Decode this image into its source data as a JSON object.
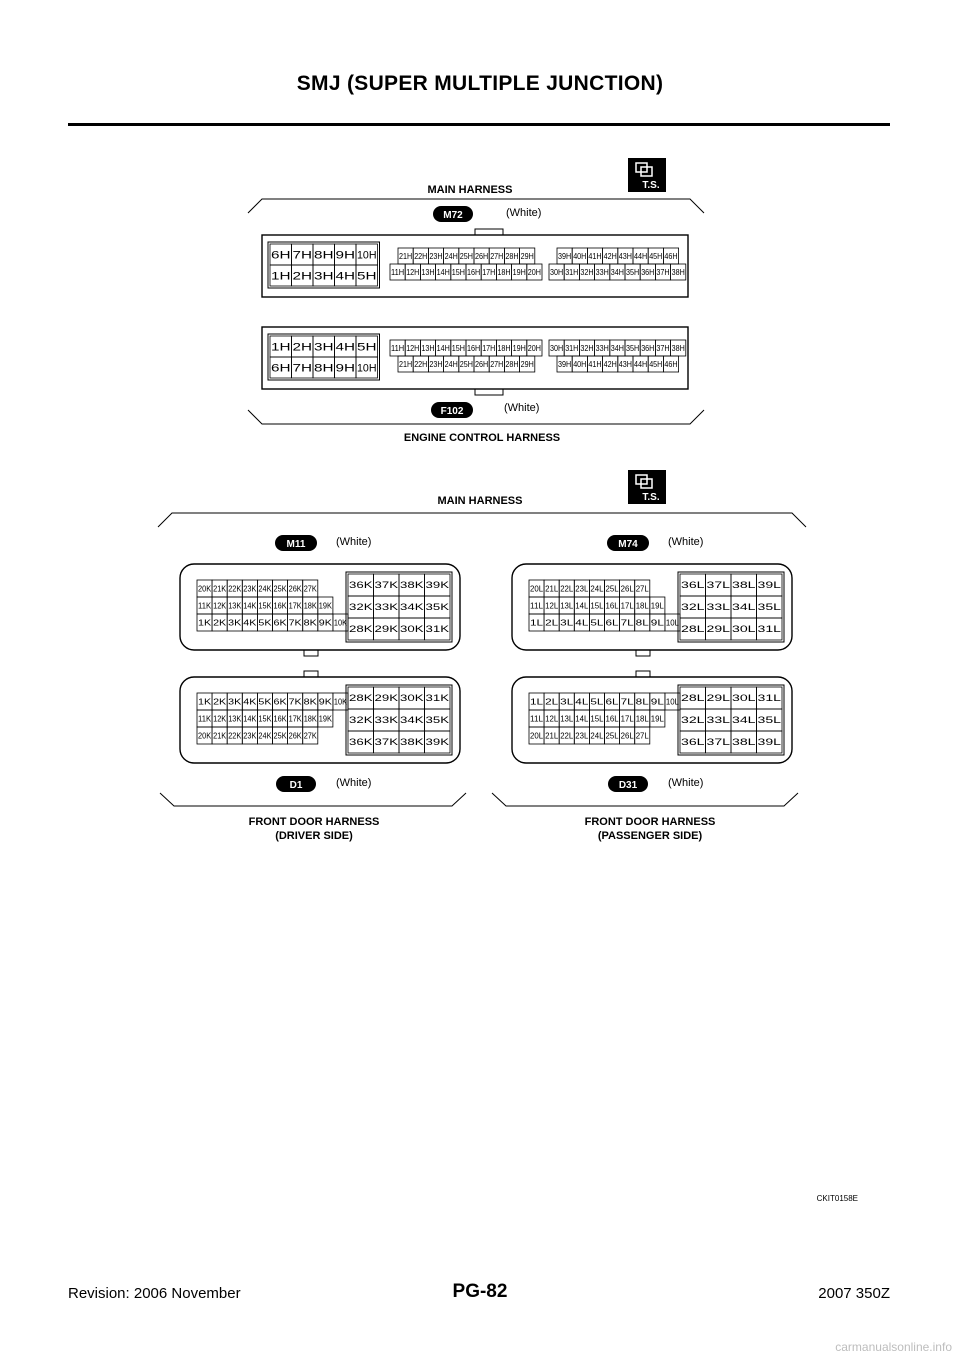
{
  "header": {
    "title": "SMJ (SUPER MULTIPLE JUNCTION)"
  },
  "footer": {
    "revision": "Revision: 2006 November",
    "page": "PG-82",
    "model": "2007 350Z"
  },
  "figure_code": "CKIT0158E",
  "watermark": "carmanualsonline.info",
  "icons": {
    "ts": "T.S."
  },
  "groups": {
    "top": {
      "upper_label": "MAIN HARNESS",
      "lower_label": "ENGINE CONTROL HARNESS"
    },
    "bottom": {
      "upper_label": "MAIN HARNESS",
      "left_lower_label": [
        "FRONT DOOR HARNESS",
        "(DRIVER SIDE)"
      ],
      "right_lower_label": [
        "FRONT DOOR HARNESS",
        "(PASSENGER SIDE)"
      ]
    }
  },
  "connectors": {
    "m72": {
      "id": "M72",
      "color": "(White)",
      "big_rows": [
        [
          "6H",
          "7H",
          "8H",
          "9H",
          "10H"
        ],
        [
          "1H",
          "2H",
          "3H",
          "4H",
          "5H"
        ]
      ],
      "mid_rows": [
        [
          "21H",
          "22H",
          "23H",
          "24H",
          "25H",
          "26H",
          "27H",
          "28H",
          "29H"
        ],
        [
          "11H",
          "12H",
          "13H",
          "14H",
          "15H",
          "16H",
          "17H",
          "18H",
          "19H",
          "20H"
        ]
      ],
      "right_rows": [
        [
          "39H",
          "40H",
          "41H",
          "42H",
          "43H",
          "44H",
          "45H",
          "46H"
        ],
        [
          "30H",
          "31H",
          "32H",
          "33H",
          "34H",
          "35H",
          "36H",
          "37H",
          "38H"
        ]
      ]
    },
    "f102": {
      "id": "F102",
      "color": "(White)",
      "big_rows": [
        [
          "1H",
          "2H",
          "3H",
          "4H",
          "5H"
        ],
        [
          "6H",
          "7H",
          "8H",
          "9H",
          "10H"
        ]
      ],
      "mid_rows": [
        [
          "11H",
          "12H",
          "13H",
          "14H",
          "15H",
          "16H",
          "17H",
          "18H",
          "19H",
          "20H"
        ],
        [
          "21H",
          "22H",
          "23H",
          "24H",
          "25H",
          "26H",
          "27H",
          "28H",
          "29H"
        ]
      ],
      "right_rows": [
        [
          "30H",
          "31H",
          "32H",
          "33H",
          "34H",
          "35H",
          "36H",
          "37H",
          "38H"
        ],
        [
          "39H",
          "40H",
          "41H",
          "42H",
          "43H",
          "44H",
          "45H",
          "46H"
        ]
      ]
    },
    "m11": {
      "id": "M11",
      "color": "(White)",
      "left_rows": [
        [
          "20K",
          "21K",
          "22K",
          "23K",
          "24K",
          "25K",
          "26K",
          "27K"
        ],
        [
          "11K",
          "12K",
          "13K",
          "14K",
          "15K",
          "16K",
          "17K",
          "18K",
          "19K"
        ],
        [
          "1K",
          "2K",
          "3K",
          "4K",
          "5K",
          "6K",
          "7K",
          "8K",
          "9K",
          "10K"
        ]
      ],
      "right_rows": [
        [
          "36K",
          "37K",
          "38K",
          "39K"
        ],
        [
          "32K",
          "33K",
          "34K",
          "35K"
        ],
        [
          "28K",
          "29K",
          "30K",
          "31K"
        ]
      ]
    },
    "d1": {
      "id": "D1",
      "color": "(White)",
      "left_rows": [
        [
          "1K",
          "2K",
          "3K",
          "4K",
          "5K",
          "6K",
          "7K",
          "8K",
          "9K",
          "10K"
        ],
        [
          "11K",
          "12K",
          "13K",
          "14K",
          "15K",
          "16K",
          "17K",
          "18K",
          "19K"
        ],
        [
          "20K",
          "21K",
          "22K",
          "23K",
          "24K",
          "25K",
          "26K",
          "27K"
        ]
      ],
      "right_rows": [
        [
          "28K",
          "29K",
          "30K",
          "31K"
        ],
        [
          "32K",
          "33K",
          "34K",
          "35K"
        ],
        [
          "36K",
          "37K",
          "38K",
          "39K"
        ]
      ]
    },
    "m74": {
      "id": "M74",
      "color": "(White)",
      "left_rows": [
        [
          "20L",
          "21L",
          "22L",
          "23L",
          "24L",
          "25L",
          "26L",
          "27L"
        ],
        [
          "11L",
          "12L",
          "13L",
          "14L",
          "15L",
          "16L",
          "17L",
          "18L",
          "19L"
        ],
        [
          "1L",
          "2L",
          "3L",
          "4L",
          "5L",
          "6L",
          "7L",
          "8L",
          "9L",
          "10L"
        ]
      ],
      "right_rows": [
        [
          "36L",
          "37L",
          "38L",
          "39L"
        ],
        [
          "32L",
          "33L",
          "34L",
          "35L"
        ],
        [
          "28L",
          "29L",
          "30L",
          "31L"
        ]
      ]
    },
    "d31": {
      "id": "D31",
      "color": "(White)",
      "left_rows": [
        [
          "1L",
          "2L",
          "3L",
          "4L",
          "5L",
          "6L",
          "7L",
          "8L",
          "9L",
          "10L"
        ],
        [
          "11L",
          "12L",
          "13L",
          "14L",
          "15L",
          "16L",
          "17L",
          "18L",
          "19L"
        ],
        [
          "20L",
          "21L",
          "22L",
          "23L",
          "24L",
          "25L",
          "26L",
          "27L"
        ]
      ],
      "right_rows": [
        [
          "28L",
          "29L",
          "30L",
          "31L"
        ],
        [
          "32L",
          "33L",
          "34L",
          "35L"
        ],
        [
          "36L",
          "37L",
          "38L",
          "39L"
        ]
      ]
    }
  }
}
